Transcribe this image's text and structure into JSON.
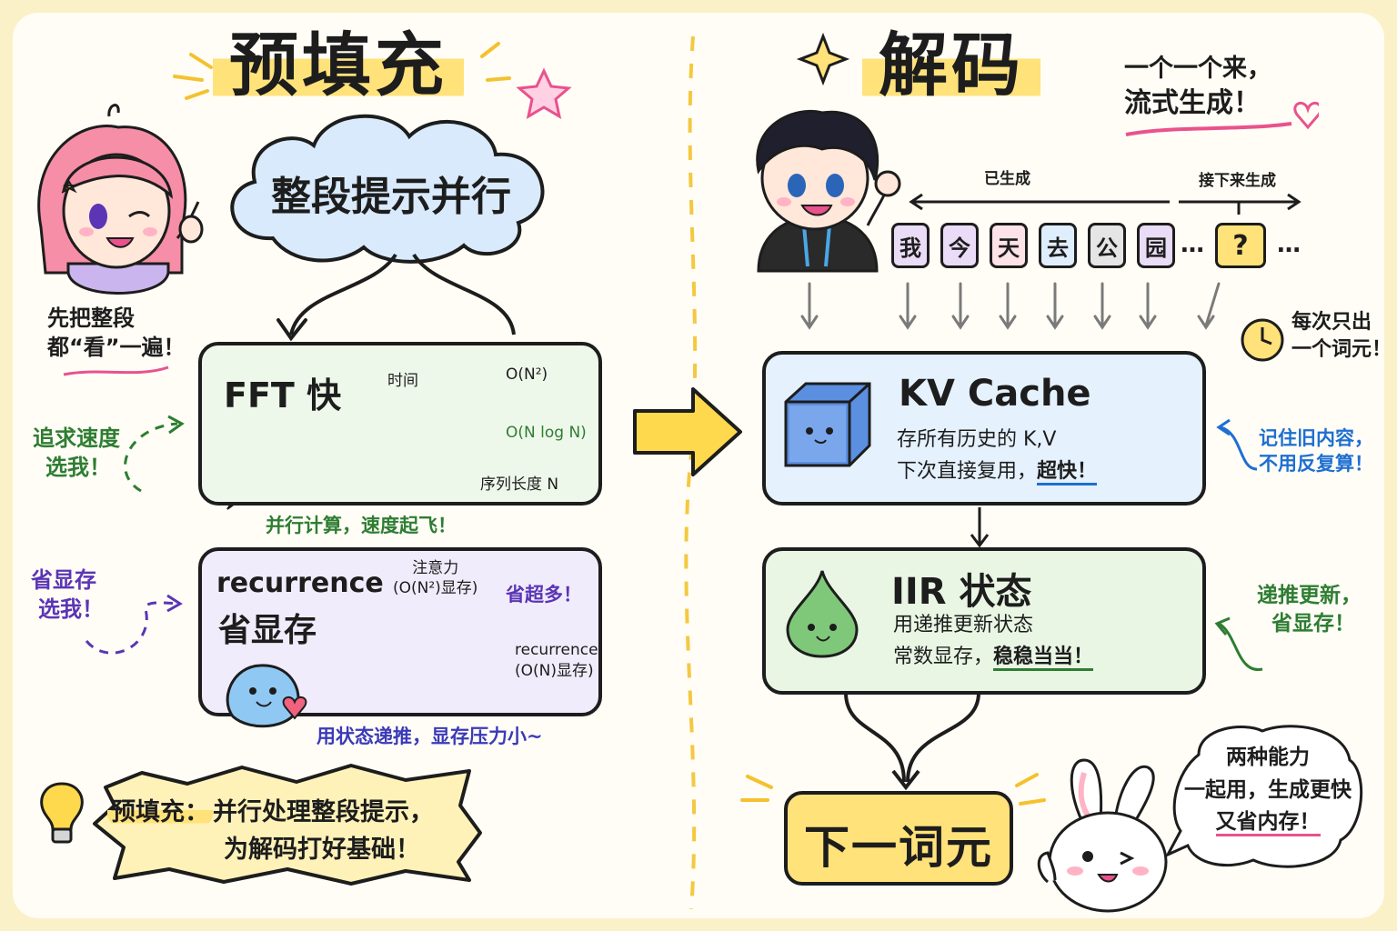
{
  "prefill": {
    "title": "预填充",
    "cloud_text": "整段提示并行",
    "girl_caption_line1": "先把整段",
    "girl_caption_line2": "都“看”一遍！",
    "fft": {
      "title": "FFT 快",
      "axis_y": "时间",
      "axis_x": "序列长度 N",
      "curve_quadratic": "O(N²)",
      "curve_nlogn": "O(N log N)",
      "caption": "并行计算，速度起飞！"
    },
    "fft_side_note_line1": "追求速度",
    "fft_side_note_line2": "选我！",
    "recurrence": {
      "title_line1": "recurrence",
      "title_line2": "省显存",
      "bar1_label_line1": "注意力",
      "bar1_label_line2": "(O(N²)显存)",
      "bar2_label_line1": "recurrence",
      "bar2_label_line2": "(O(N)显存)",
      "saving_note": "省超多！",
      "caption": "用状态递推，显存压力小~"
    },
    "rec_side_note_line1": "省显存",
    "rec_side_note_line2": "选我！",
    "summary_label": "预填充：",
    "summary_line1": "并行处理整段提示，",
    "summary_line2": "为解码打好基础！"
  },
  "decode": {
    "title": "解码",
    "stream_note_line1": "一个一个来，",
    "stream_note_line2": "流式生成！",
    "generated_label": "已生成",
    "next_label": "接下来生成",
    "tokens": [
      "我",
      "今",
      "天",
      "去",
      "公",
      "园"
    ],
    "ellipsis": "…",
    "next_token": "?",
    "token_colors": [
      "#eadcf7",
      "#eadcf7",
      "#fde2e8",
      "#dfeefc",
      "#e5e5e5",
      "#eadcf7"
    ],
    "clock_note_line1": "每次只出",
    "clock_note_line2": "一个词元！",
    "kv": {
      "title": "KV Cache",
      "line1": "存所有历史的 K,V",
      "line2_prefix": "下次直接复用，",
      "line2_emph": "超快！"
    },
    "kv_side_note_line1": "记住旧内容，",
    "kv_side_note_line2": "不用反复算！",
    "iir": {
      "title": "IIR 状态",
      "line1": "用递推更新状态",
      "line2_prefix": "常数显存，",
      "line2_emph": "稳稳当当！"
    },
    "iir_side_note_line1": "递推更新，",
    "iir_side_note_line2": "省显存！",
    "next_box": "下一词元",
    "bunny_bubble_line1": "两种能力",
    "bunny_bubble_line2": "一起用，生成更快",
    "bunny_bubble_line3": "又省内存！"
  },
  "colors": {
    "highlight": "#ffe27a",
    "green": "#2e7d32",
    "purple": "#5b35b5",
    "blue": "#1e6fd1",
    "cloud": "#d8eafc"
  }
}
